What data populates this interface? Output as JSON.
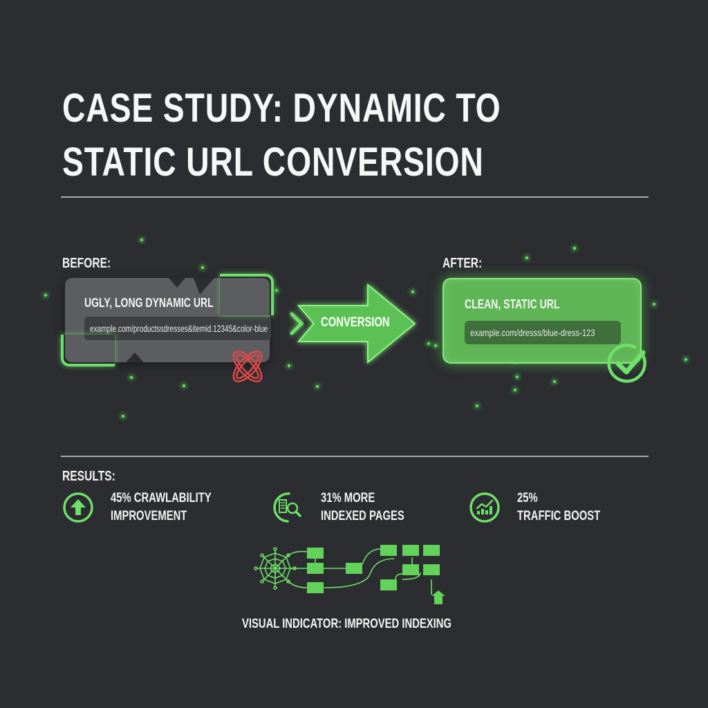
{
  "title": {
    "line1": "CASE STUDY: DYNAMIC TO",
    "line2": "STATIC URL CONVERSION"
  },
  "before": {
    "label": "BEFORE:",
    "heading": "UGLY, LONG DYNAMIC URL",
    "url": "example.com/productssdresses&itemid.12345&color-blue",
    "status_icon": "broken-link-icon"
  },
  "conversion": {
    "label": "CONVERSION",
    "icon": "right-arrow-icon"
  },
  "after": {
    "label": "AFTER:",
    "heading": "CLEAN, STATIC URL",
    "url": "example.com/dresss/blue-dress-123",
    "status_icon": "check-circle-icon"
  },
  "results": {
    "label": "RESULTS:",
    "items": [
      {
        "icon": "arrow-up-circle-icon",
        "line1": "45% CRAWLABILITY",
        "line2": "IMPROVEMENT"
      },
      {
        "icon": "book-search-icon",
        "line1": "31% MORE",
        "line2": "INDEXED PAGES"
      },
      {
        "icon": "chart-growth-icon",
        "line1": "25%",
        "line2": "TRAFFIC BOOST"
      }
    ]
  },
  "indicator": {
    "icon": "spider-web-index-diagram-icon",
    "caption": "VISUAL INDICATOR: IMPROVED INDEXING"
  },
  "colors": {
    "background": "#2b2d30",
    "accent_green": "#6fe06a",
    "error_red": "#e04848",
    "card_gray": "#5b5d60",
    "rule": "#a9abad"
  }
}
